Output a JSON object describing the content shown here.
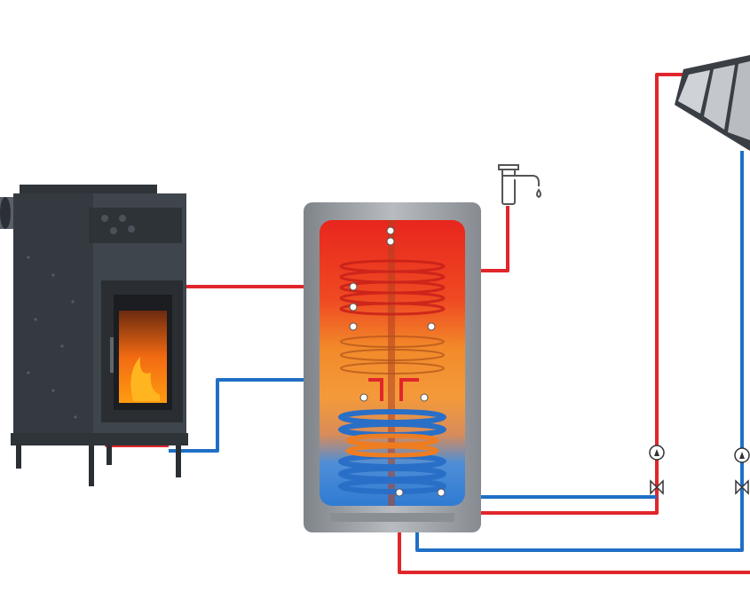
{
  "diagram": {
    "components": [
      {
        "id": "stove",
        "icon": "wood-stove-icon"
      },
      {
        "id": "tank",
        "icon": "buffer-tank-icon"
      },
      {
        "id": "faucet",
        "icon": "faucet-icon"
      },
      {
        "id": "solar-collector",
        "icon": "solar-collector-icon"
      },
      {
        "id": "pump-left",
        "icon": "pump-icon"
      },
      {
        "id": "pump-right",
        "icon": "pump-icon"
      },
      {
        "id": "valve-left",
        "icon": "valve-icon"
      },
      {
        "id": "valve-right",
        "icon": "valve-icon"
      }
    ],
    "colors": {
      "hot": "#e0262b",
      "cold": "#1f6fc6",
      "warm": "#f28a2a",
      "stove_body": "#3b4047",
      "tank_shell": "#9a9fa4"
    }
  }
}
